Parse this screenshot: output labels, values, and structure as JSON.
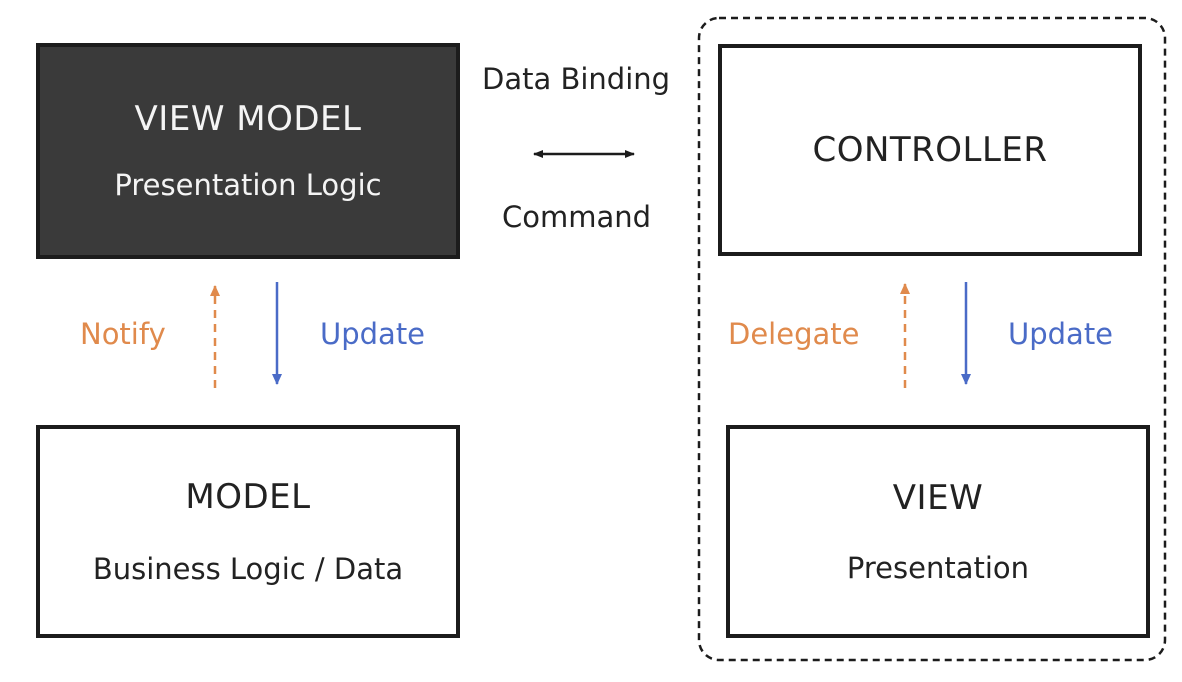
{
  "view_model": {
    "title": "VIEW MODEL",
    "subtitle": "Presentation Logic"
  },
  "model": {
    "title": "MODEL",
    "subtitle": "Business Logic / Data"
  },
  "controller": {
    "title": "CONTROLLER"
  },
  "view": {
    "title": "VIEW",
    "subtitle": "Presentation"
  },
  "links": {
    "binding": "Data Binding",
    "command": "Command",
    "notify": "Notify",
    "update_left": "Update",
    "delegate": "Delegate",
    "update_right": "Update"
  },
  "colors": {
    "dark_box": "#3a3a3a",
    "notify_orange": "#e08a4c",
    "update_blue": "#4a6bc7",
    "border": "#1c1c1c"
  }
}
